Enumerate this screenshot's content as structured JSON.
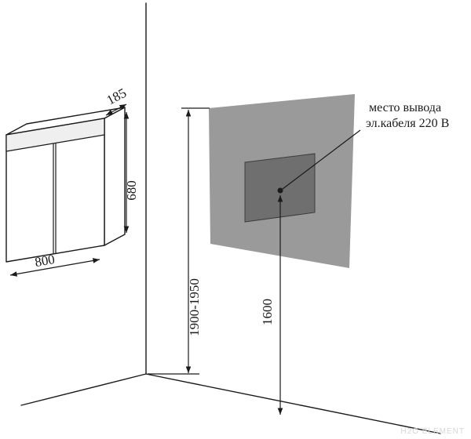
{
  "diagram": {
    "cabinet": {
      "depth_label": "185",
      "height_label": "680",
      "width_label": "800"
    },
    "dimensions": {
      "zone_height_label": "1900-1950",
      "outlet_height_label": "1600"
    },
    "note": {
      "line1": "место вывода",
      "line2": "эл.кабеля 220 В"
    },
    "watermark": "H2O ELEMENT",
    "colors": {
      "zone_fill": "#9a9a9a",
      "outlet_fill": "#6f6f6f",
      "line": "#1a1a1a",
      "watermark": "#d6d6d6"
    }
  }
}
